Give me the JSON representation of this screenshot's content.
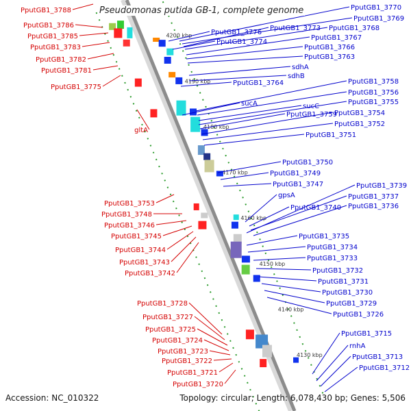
{
  "title": "Pseudomonas putida GB-1, complete genome",
  "footer": {
    "accession": "Accession: NC_010322",
    "topology": "Topology: circular; Length: 6,078,430 bp; Genes: 5,506"
  },
  "colors": {
    "backbone": "#8c8c8c",
    "forward_strand_arrow": "#e00000",
    "reverse_strand_arrow": "#0000e0",
    "tick": "#2a9a2a",
    "left_label": "#d40000",
    "right_label": "#0000cc"
  },
  "ticks": [
    "4200 kbp",
    "4190 kbp",
    "4180 kbp",
    "4170 kbp",
    "4160 kbp",
    "4150 kbp",
    "4140 kbp",
    "4130 kbp"
  ],
  "left_labels": [
    "PputGB1_3788",
    "PputGB1_3786",
    "PputGB1_3785",
    "PputGB1_3783",
    "PputGB1_3782",
    "PputGB1_3781",
    "PputGB1_3775",
    "gltA",
    "PputGB1_3753",
    "PputGB1_3748",
    "PputGB1_3746",
    "PputGB1_3745",
    "PputGB1_3744",
    "PputGB1_3743",
    "PputGB1_3742",
    "PputGB1_3728",
    "PputGB1_3727",
    "PputGB1_3725",
    "PputGB1_3724",
    "PputGB1_3723",
    "PputGB1_3722",
    "PputGB1_3721",
    "PputGB1_3720"
  ],
  "right_labels": [
    "PputGB1_3770",
    "PputGB1_3769",
    "PputGB1_3776",
    "PputGB1_3773",
    "PputGB1_3768",
    "PputGB1_3774",
    "PputGB1_3767",
    "PputGB1_3766",
    "PputGB1_3763",
    "sdhA",
    "sdhB",
    "PputGB1_3764",
    "PputGB1_3758",
    "PputGB1_3756",
    "sucA",
    "sucC",
    "PputGB1_3755",
    "PputGB1_3759",
    "PputGB1_3754",
    "PputGB1_3752",
    "PputGB1_3751",
    "PputGB1_3750",
    "PputGB1_3749",
    "PputGB1_3747",
    "PputGB1_3739",
    "gpsA",
    "PputGB1_3737",
    "PputGB1_3740",
    "PputGB1_3736",
    "PputGB1_3735",
    "PputGB1_3734",
    "PputGB1_3733",
    "PputGB1_3732",
    "PputGB1_3731",
    "PputGB1_3730",
    "PputGB1_3729",
    "PputGB1_3726",
    "PputGB1_3715",
    "rnhA",
    "PputGB1_3713",
    "PputGB1_3712"
  ]
}
